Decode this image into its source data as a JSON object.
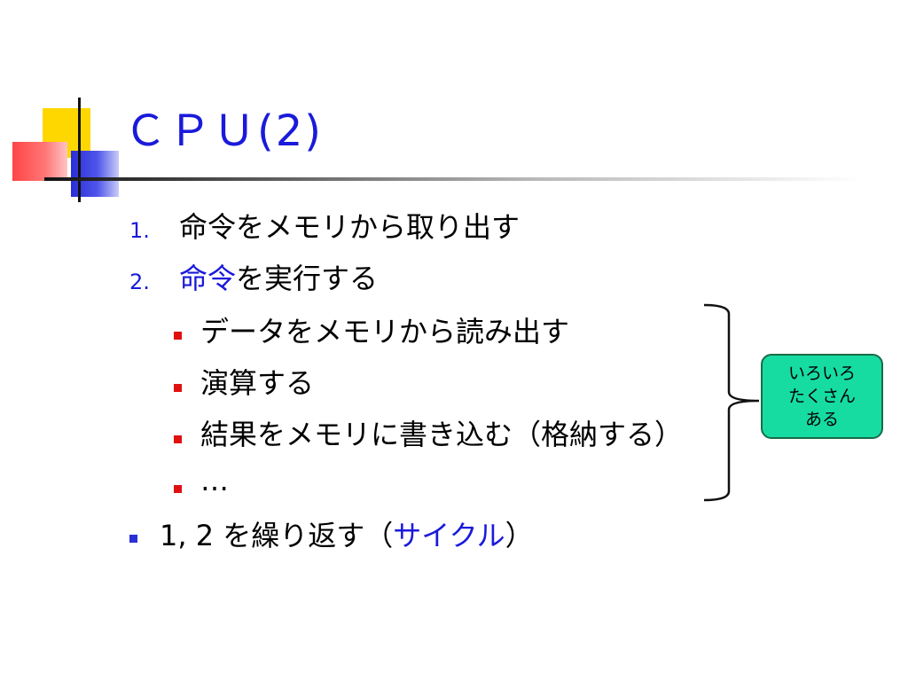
{
  "slide": {
    "title": "ＣＰＵ(2)",
    "items": [
      {
        "marker": "1.",
        "text": "命令をメモリから取り出す"
      },
      {
        "marker": "2.",
        "text_highlight": "命令",
        "text_rest": "を実行する"
      }
    ],
    "sub_items": [
      "データをメモリから読み出す",
      "演算する",
      "結果をメモリに書き込む（格納する）",
      "…"
    ],
    "last_item": {
      "text_prefix": "1, 2 を繰り返す（",
      "text_highlight": "サイクル",
      "text_suffix": "）"
    },
    "callout": {
      "lines": [
        "いろいろ",
        "たくさん",
        "ある"
      ]
    }
  },
  "colors": {
    "accent_blue": "#1a1adb",
    "bullet_red": "#e01010",
    "bullet_blue": "#2a2fd6",
    "callout_fill": "#16dca2"
  }
}
